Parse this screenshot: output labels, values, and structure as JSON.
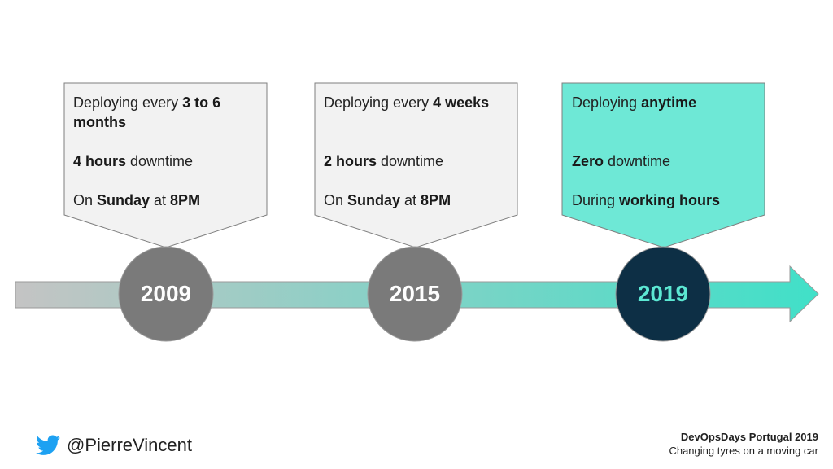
{
  "milestones": [
    {
      "year": "2009",
      "highlighted": false,
      "lines": [
        [
          {
            "t": "Deploying every ",
            "b": false
          },
          {
            "t": "3 to 6",
            "b": true
          }
        ],
        [
          {
            "t": "months",
            "b": true
          }
        ],
        null,
        [
          {
            "t": "4 hours",
            "b": true
          },
          {
            "t": " downtime",
            "b": false
          }
        ],
        null,
        [
          {
            "t": "On ",
            "b": false
          },
          {
            "t": "Sunday",
            "b": true
          },
          {
            "t": " at ",
            "b": false
          },
          {
            "t": "8PM",
            "b": true
          }
        ]
      ]
    },
    {
      "year": "2015",
      "highlighted": false,
      "lines": [
        [
          {
            "t": "Deploying every ",
            "b": false
          },
          {
            "t": "4 weeks",
            "b": true
          }
        ],
        null,
        null,
        [
          {
            "t": "2 hours",
            "b": true
          },
          {
            "t": " downtime",
            "b": false
          }
        ],
        null,
        [
          {
            "t": "On ",
            "b": false
          },
          {
            "t": "Sunday",
            "b": true
          },
          {
            "t": " at ",
            "b": false
          },
          {
            "t": "8PM",
            "b": true
          }
        ]
      ]
    },
    {
      "year": "2019",
      "highlighted": true,
      "lines": [
        [
          {
            "t": "Deploying ",
            "b": false
          },
          {
            "t": "anytime",
            "b": true
          }
        ],
        null,
        null,
        [
          {
            "t": "Zero",
            "b": true
          },
          {
            "t": " downtime",
            "b": false
          }
        ],
        null,
        [
          {
            "t": "During ",
            "b": false
          },
          {
            "t": "working hours",
            "b": true
          }
        ]
      ]
    }
  ],
  "footer": {
    "twitter_handle": "@PierreVincent",
    "event": "DevOpsDays Portugal 2019",
    "talk_title": "Changing tyres on a moving car"
  },
  "colors": {
    "callout_fill": "#f2f2f2",
    "callout_highlight_fill": "#6ee8d6",
    "callout_border": "#7f7f7f",
    "circle_fill": "#7a7a7a",
    "circle_highlight_fill": "#0d2f45",
    "year_text": "#ffffff",
    "year_highlight_text": "#5ce8d3",
    "arrow_start": "#c4c4c4",
    "arrow_end": "#40e0c8",
    "twitter_blue": "#1da1f2"
  }
}
